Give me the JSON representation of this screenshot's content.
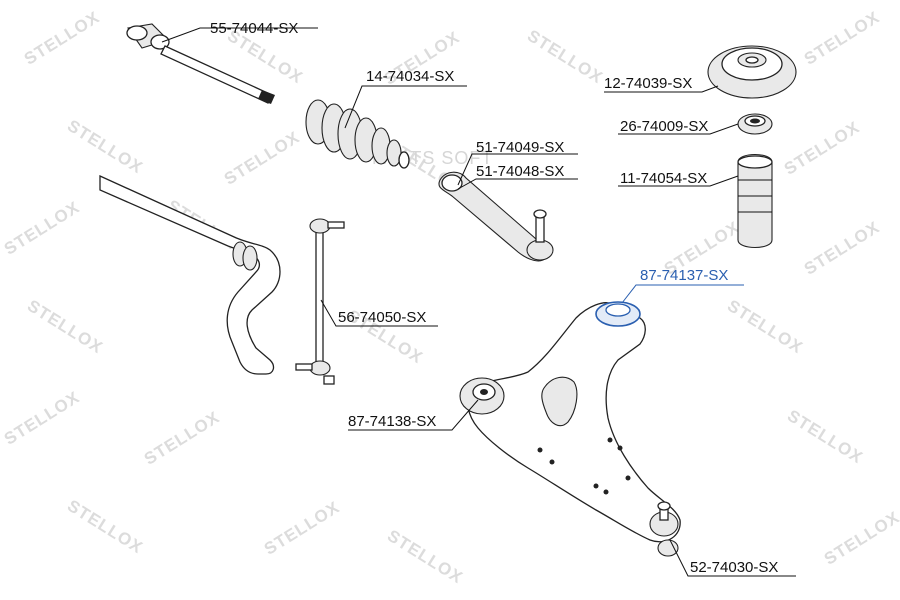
{
  "watermark": {
    "brand": "STELLOX",
    "overlay": "PARTS SOFT"
  },
  "colors": {
    "highlight": "#2a5fb0",
    "ink": "#111111",
    "watermark": "#dcdcdc"
  },
  "parts": [
    {
      "id": "inner-tie-rod",
      "code": "55-74044-SX"
    },
    {
      "id": "steering-boot",
      "code": "14-74034-SX"
    },
    {
      "id": "tie-rod-end-left",
      "code": "51-74049-SX"
    },
    {
      "id": "tie-rod-end-right",
      "code": "51-74048-SX"
    },
    {
      "id": "strut-mount",
      "code": "12-74039-SX"
    },
    {
      "id": "strut-bearing",
      "code": "26-74009-SX"
    },
    {
      "id": "bump-stop",
      "code": "11-74054-SX"
    },
    {
      "id": "control-arm-bushing-rear",
      "code": "87-74137-SX",
      "highlighted": true
    },
    {
      "id": "stabilizer-link",
      "code": "56-74050-SX"
    },
    {
      "id": "control-arm-bushing-front",
      "code": "87-74138-SX"
    },
    {
      "id": "ball-joint",
      "code": "52-74030-SX"
    }
  ]
}
